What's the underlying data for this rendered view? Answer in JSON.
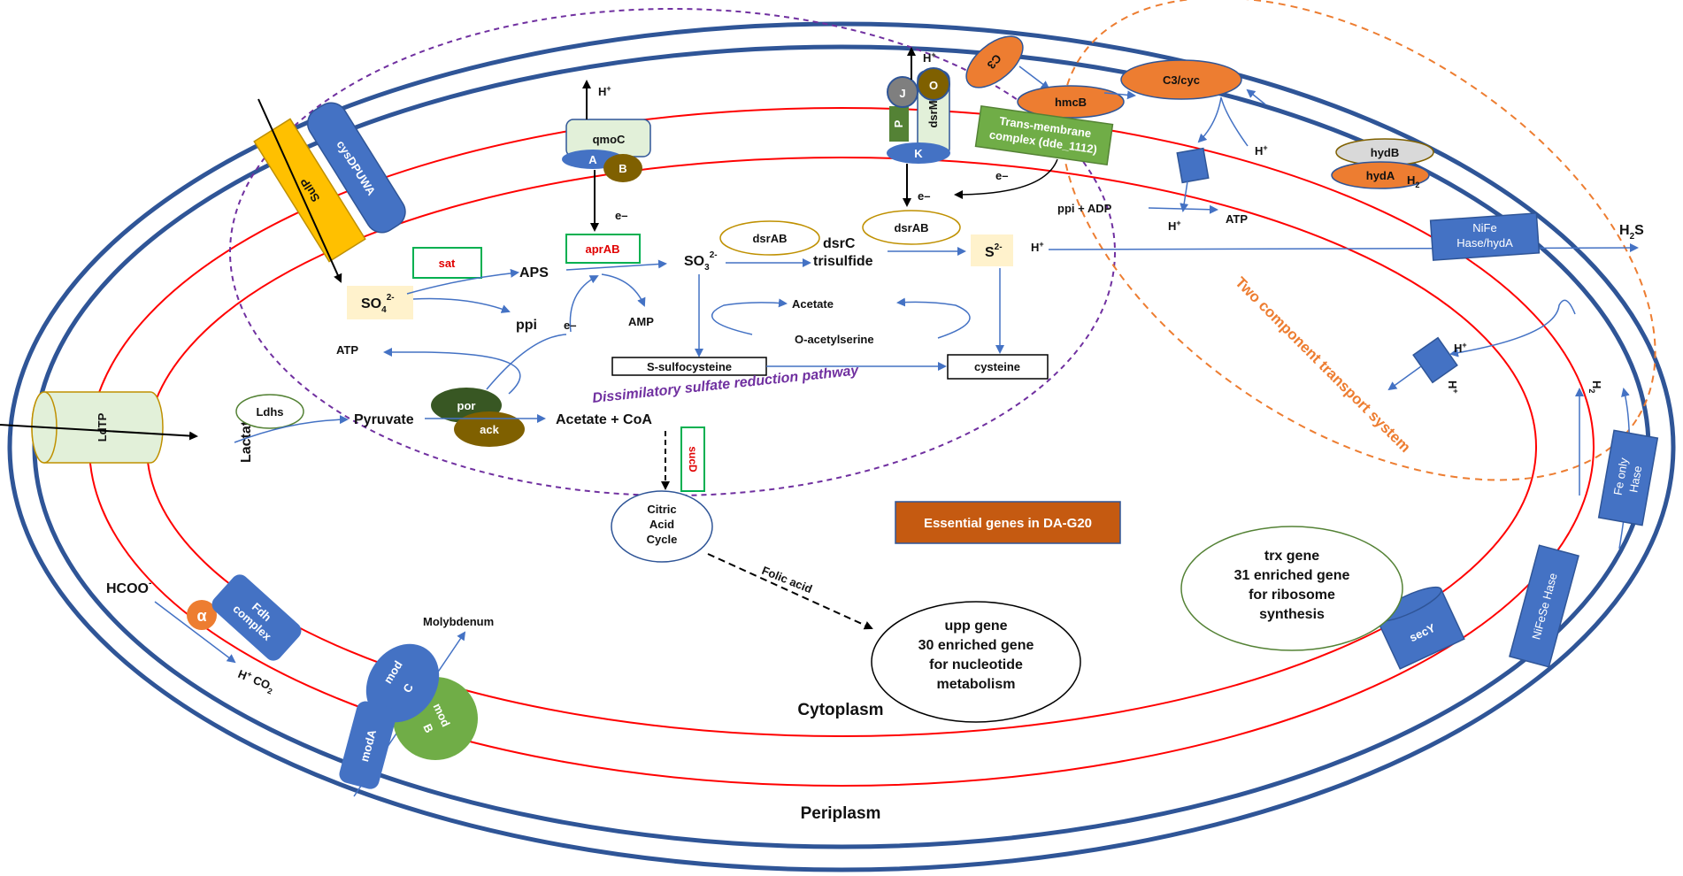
{
  "membrane_labels": {
    "cytoplasm": "Cytoplasm",
    "periplasm": "Periplasm"
  },
  "pathways": {
    "dissimilatory": "Dissimilatory  sulfate  reduction pathway",
    "two_component": "Two  component  transport system"
  },
  "legend": {
    "essential_genes": "Essential genes in DA-G20",
    "color": "#c55a11"
  },
  "proteins": {
    "sulp": "SulP",
    "cysdpuwa": "cysDPUWA",
    "qmoc": "qmoC",
    "qmo_a": "A",
    "qmo_b": "B",
    "dsrm": "dsrM",
    "dsr_j": "J",
    "dsr_o": "O",
    "dsr_p": "P",
    "dsr_k": "K",
    "c3": "C3",
    "hmcb": "hmcB",
    "c3cyc": "C3/cyc",
    "transmembrane_1": "Trans-membrane",
    "transmembrane_2": "complex (dde_1112)",
    "hydb": "hydB",
    "hyda": "hydA",
    "nife_1": "NiFe",
    "nife_2": "Hase/hydA",
    "ldtp": "LdTP",
    "fdh_1": "Fdh",
    "fdh_2": "complex",
    "alpha": "α",
    "mod_c_1": "mod",
    "mod_c_2": "C",
    "mod_b_1": "mod",
    "mod_b_2": "B",
    "moda": "modA",
    "secy": "secY",
    "nifese": "NiFeSe Hase",
    "feonly_1": "Fe only",
    "feonly_2": "Hase",
    "por": "por",
    "ack": "ack",
    "ldhs": "Ldhs"
  },
  "genes": {
    "sat": "sat",
    "aprab": "aprAB",
    "sucd": "sucD",
    "dsrab_1": "dsrAB",
    "dsrab_2": "dsrAB"
  },
  "metabolites": {
    "so4": "SO",
    "so4_sub": "4",
    "so4_sup": "2-",
    "aps": "APS",
    "ppi": "ppi",
    "amp": "AMP",
    "so3": "SO",
    "so3_sub": "3",
    "so3_sup": "2-",
    "dsrc_1": "dsrC",
    "dsrc_2": "trisulfide",
    "s2": "S",
    "s2_sup": "2-",
    "acetate_mid": "Acetate",
    "oacetylserine": "O-acetylserine",
    "ssulfocysteine": "S-sulfocysteine",
    "cysteine": "cysteine",
    "atp_left": "ATP",
    "pyruvate": "Pyruvate",
    "lactate": "Lactate",
    "acetate_coa": "Acetate  + CoA",
    "citric_1": "Citric",
    "citric_2": "Acid",
    "citric_3": "Cycle",
    "folic": "Folic acid",
    "hcoo": "HCOO",
    "hcoo_sup": "-",
    "h_co2": "H",
    "h_co2_sup": "+",
    "co2": "CO",
    "co2_sub": "2",
    "molybdenum": "Molybdenum",
    "ppi_adp": "ppi  + ADP",
    "atp_right": "ATP",
    "h2s": "H",
    "h2s_sub": "2",
    "h2s_s": "S",
    "h2": "H",
    "h2_sub": "2",
    "hplus": "H",
    "plus": "+",
    "eminus": "e–"
  },
  "gene_boxes": {
    "upp_1": "upp gene",
    "upp_2": "30 enriched gene",
    "upp_3": "for nucleotide",
    "upp_4": "metabolism",
    "trx_1": "trx gene",
    "trx_2": "31 enriched gene",
    "trx_3": "for ribosome",
    "trx_4": "synthesis"
  },
  "colors": {
    "blue_protein": "#4472c4",
    "orange_protein": "#ed7d31",
    "green_protein": "#70ad47",
    "yellow_protein": "#ffc000",
    "red_membrane": "#ff0000",
    "navy_membrane": "#2f5597",
    "purple_pathway": "#7030a0"
  }
}
